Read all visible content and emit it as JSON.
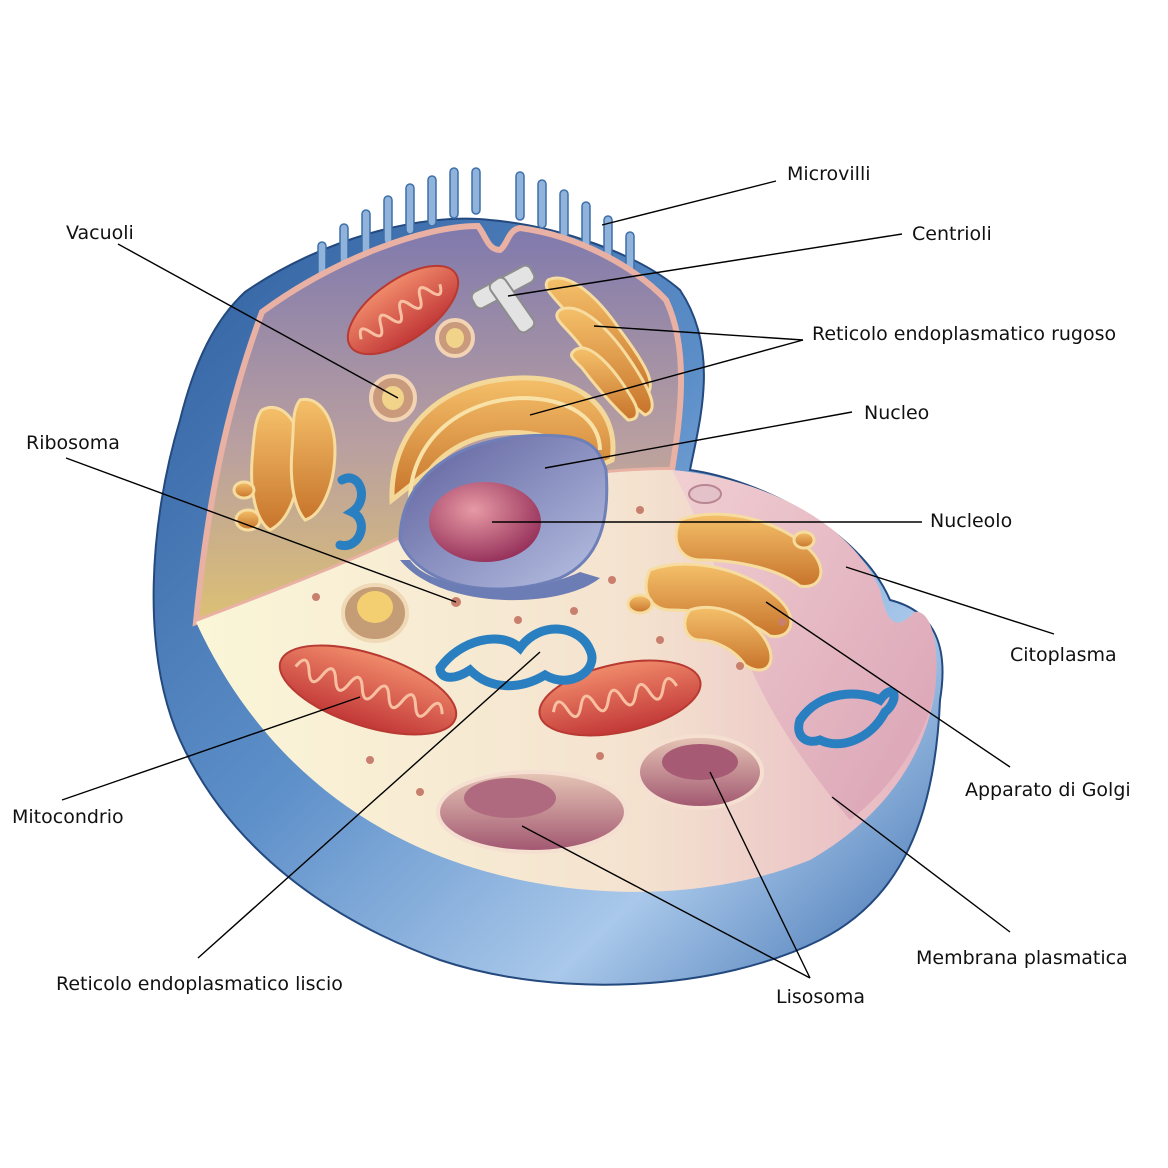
{
  "labels": {
    "microvilli": "Microvilli",
    "centrioli": "Centrioli",
    "vacuoli": "Vacuoli",
    "reticolo_rugoso": "Reticolo endoplasmatico rugoso",
    "nucleo": "Nucleo",
    "ribosoma": "Ribosoma",
    "nucleolo": "Nucleolo",
    "citoplasma": "Citoplasma",
    "mitocondrio": "Mitocondrio",
    "apparato_golgi": "Apparato di Golgi",
    "membrana_plasmatica": "Membrana plasmatica",
    "reticolo_liscio": "Reticolo endoplasmatico liscio",
    "lisosoma": "Lisosoma"
  },
  "colors": {
    "membrane": "#3f74b4",
    "membrane_light": "#9cc0e6",
    "cytoplasm_floor": "#f7efcf",
    "cytoplasm_pink": "#e8b8c4",
    "interior_purple": "#8c7fb0",
    "interior_gold": "#d9b766",
    "mitochondrion": "#e0504a",
    "golgi_er": "#e39a3a",
    "smooth_er": "#2a7fc0",
    "nucleus": "#9aaad6",
    "nucleolus": "#b03a62",
    "lysosome": "#a85f73"
  }
}
